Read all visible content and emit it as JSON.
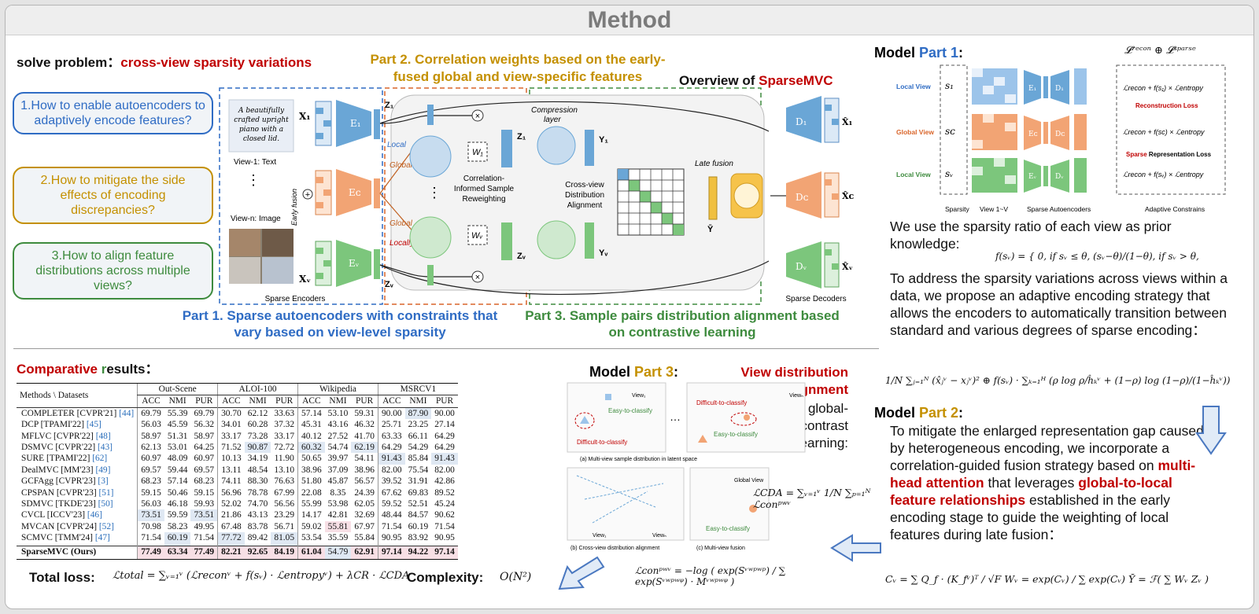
{
  "title": "Method",
  "problem": {
    "prefix": "solve problem：",
    "highlight": "cross-view sparsity variations"
  },
  "questions": [
    "1.How to enable autoencoders to adaptively encode features?",
    "2.How to mitigate the side effects of encoding discrepancies?",
    "3.How to align feature distributions across multiple views?"
  ],
  "part2_title": "Part 2. Correlation weights based on the early-fused global and view-specific features",
  "overview": {
    "prefix": "Overview of ",
    "name": "SparseMVC"
  },
  "part1_caption": "Part 1. Sparse autoencoders with constraints that vary based on view-level sparsity",
  "part3_caption": "Part 3. Sample pairs distribution alignment based on contrastive learning",
  "diagram": {
    "text_sample": "A beautifully crafted upright piano with a closed lid.",
    "view1": "View-1: Text",
    "viewn": "View-n: Image",
    "early_fusion": "Early fusion",
    "sparse_encoders": "Sparse Encoders",
    "sparse_decoders": "Sparse Decoders",
    "compression_layer": "Compression layer",
    "late_fusion": "Late fusion",
    "local": "Local",
    "global": "Global",
    "locally": "Locally",
    "corr_reweight": "Correlation-Informed Sample Reweighting",
    "cross_view": "Cross-view Distribution Alignment",
    "X1": "X₁",
    "XV": "Xᵥ",
    "Z1": "Z₁",
    "Zc": "Z̄",
    "ZV": "Zᵥ",
    "Y1": "Y₁",
    "YV": "Yᵥ",
    "Ybar": "Ȳ",
    "W1": "W₁",
    "WV": "Wᵥ",
    "E1": "E₁",
    "Ec": "Eᴄ",
    "EV": "Eᵥ",
    "D1": "D₁",
    "Dc": "Dᴄ",
    "DV": "Dᵥ",
    "Xh1": "X̂₁",
    "Xhc": "X̂ᴄ",
    "XhV": "X̂ᵥ"
  },
  "model_part1": {
    "prefix": "Model ",
    "part": "Part 1",
    "suffix": ":",
    "loss_header": "𝓛ʳᵉᶜᵒⁿ  ⊕  𝓛ˢᵖᵃʳˢᵉ",
    "rows": [
      {
        "label": "Local View",
        "s": "s₁",
        "e": "E₁",
        "d": "D₁",
        "f": "ℒrecon + f(s₁) × ℒentropy"
      },
      {
        "label": "Global View",
        "s": "sᴄ",
        "e": "Eᴄ",
        "d": "Dᴄ",
        "f": "ℒrecon + f(sᴄ) × ℒentropy"
      },
      {
        "label": "Local View",
        "s": "sᵥ",
        "e": "Eᵥ",
        "d": "Dᵥ",
        "f": "ℒrecon + f(sᵥ) × ℒentropy"
      }
    ],
    "recon_loss": "Reconstruction Loss",
    "sparse_loss": "Sparse Representation Loss",
    "footer": [
      "Sparsity",
      "View 1~V",
      "Sparse Autoencoders",
      "Adaptive Constrains"
    ],
    "text1": "We use the sparsity ratio of each view as prior knowledge:",
    "piecewise": "f(sᵥ) = { 0,  if sᵥ ≤ θ,   (sᵥ−θ)/(1−θ),  if sᵥ > θ,",
    "text2": "To address the sparsity variations across views within a data, we propose an adaptive encoding strategy that allows the encoders to automatically transition between standard and various degrees of sparse encoding：",
    "eq": "1/N ∑ⱼ₌₁ᴺ (x̂ⱼᵛ − xⱼᵛ)² ⊕ f(sᵥ) · ∑ₖ₌₁ᴴ (ρ log ρ/ĥₖᵛ + (1−ρ) log (1−ρ)/(1−ĥₖᵛ))"
  },
  "model_part2": {
    "prefix": "Model ",
    "part": "Part 2",
    "suffix": ":",
    "t1": "To mitigate the enlarged representation gap caused by heterogeneous encoding, we incorporate a correlation-guided fusion strategy based on ",
    "h1": "multi-head attention",
    "t2": " that leverages ",
    "h2": "global-to-local feature relationships",
    "t3": " established in the early encoding stage to guide the weighting of local features during late fusion：",
    "eq": "Cᵥ = ∑ Q_f · (K_fᵛ)ᵀ / √F    Wᵥ = exp(Cᵥ) / ∑ exp(Cᵥ)    Ȳ = ℱ( ∑ Wᵥ Zᵥ )"
  },
  "model_part3": {
    "prefix": "Model ",
    "part": "Part 3",
    "suffix": ":",
    "red": "View distribution alignment",
    "black": "based on global-local contrast learning:",
    "cda": "ℒCDA = ∑ᵥ₌₁ᵛ 1/N ∑ₚ₌₁ᴺ ℒconᵖʷᵛ",
    "con": "ℒconᵖʷᵛ = −log ( exp(Sᵛʷᵖʷᵖ) / ∑ exp(Sᵛʷᵖʷᵠ) · Mᵛʷᵖʷᵠ )",
    "caption_a": "(a) Multi-view sample distribution in latent space",
    "caption_b": "(b) Cross-view distribution alignment",
    "caption_c": "(c) Multi-view fusion",
    "easy": "Easy-to-classify",
    "difficult": "Difficult-to-classify",
    "view1": "View₁",
    "viewn": "Viewₙ",
    "global_view": "Global View"
  },
  "comparative": {
    "title_red": "Comparative ",
    "title_green": "r",
    "title_rest": "esults："
  },
  "table": {
    "corner": "Methods \\ Datasets",
    "datasets": [
      "Out-Scene",
      "ALOI-100",
      "Wikipedia",
      "MSRCV1"
    ],
    "metrics": [
      "ACC",
      "NMI",
      "PUR"
    ],
    "rows": [
      {
        "m": "COMPLETER [CVPR'21] ",
        "r": "[44]",
        "v": [
          "69.79",
          "55.39",
          "69.79",
          "30.70",
          "62.12",
          "33.63",
          "57.14",
          "53.10",
          "59.31",
          "90.00",
          "87.90",
          "90.00"
        ],
        "hb": [
          10
        ]
      },
      {
        "m": "DCP [TPAMI'22] ",
        "r": "[45]",
        "v": [
          "56.03",
          "45.59",
          "56.32",
          "34.01",
          "60.28",
          "37.32",
          "45.31",
          "43.16",
          "46.32",
          "25.71",
          "23.25",
          "27.14"
        ],
        "hb": []
      },
      {
        "m": "MFLVC [CVPR'22] ",
        "r": "[48]",
        "v": [
          "58.97",
          "51.31",
          "58.97",
          "33.17",
          "73.28",
          "33.17",
          "40.12",
          "27.52",
          "41.70",
          "63.33",
          "66.11",
          "64.29"
        ],
        "hb": []
      },
      {
        "m": "DSMVC [CVPR'22] ",
        "r": "[43]",
        "v": [
          "62.13",
          "53.01",
          "64.25",
          "71.52",
          "90.87",
          "72.72",
          "60.32",
          "54.74",
          "62.19",
          "64.29",
          "54.29",
          "64.29"
        ],
        "hb": [
          4,
          6,
          8
        ]
      },
      {
        "m": "SURE [TPAMI'22] ",
        "r": "[62]",
        "v": [
          "60.97",
          "48.09",
          "60.97",
          "10.13",
          "34.19",
          "11.90",
          "50.65",
          "39.97",
          "54.11",
          "91.43",
          "85.84",
          "91.43"
        ],
        "hb": [
          9,
          11
        ]
      },
      {
        "m": "DealMVC [MM'23] ",
        "r": "[49]",
        "v": [
          "69.57",
          "59.44",
          "69.57",
          "13.11",
          "48.54",
          "13.10",
          "38.96",
          "37.09",
          "38.96",
          "82.00",
          "75.54",
          "82.00"
        ],
        "hb": []
      },
      {
        "m": "GCFAgg [CVPR'23] ",
        "r": "[3]",
        "v": [
          "68.23",
          "57.14",
          "68.23",
          "74.11",
          "88.30",
          "76.63",
          "51.80",
          "45.87",
          "56.57",
          "39.52",
          "31.91",
          "42.86"
        ],
        "hb": []
      },
      {
        "m": "CPSPAN [CVPR'23] ",
        "r": "[51]",
        "v": [
          "59.15",
          "50.46",
          "59.15",
          "56.96",
          "78.78",
          "67.99",
          "22.08",
          "8.35",
          "24.39",
          "67.62",
          "69.83",
          "89.52"
        ],
        "hb": []
      },
      {
        "m": "SDMVC [TKDE'23] ",
        "r": "[50]",
        "v": [
          "56.03",
          "46.18",
          "59.93",
          "52.02",
          "74.70",
          "56.56",
          "55.99",
          "53.98",
          "62.05",
          "59.52",
          "52.51",
          "45.24"
        ],
        "hb": []
      },
      {
        "m": "CVCL [ICCV'23] ",
        "r": "[46]",
        "v": [
          "73.51",
          "59.59",
          "73.51",
          "21.86",
          "43.13",
          "23.29",
          "14.17",
          "42.81",
          "32.69",
          "48.44",
          "84.57",
          "90.62"
        ],
        "hb": [
          0,
          2
        ]
      },
      {
        "m": "MVCAN [CVPR'24] ",
        "r": "[52]",
        "v": [
          "70.98",
          "58.23",
          "49.95",
          "67.48",
          "83.78",
          "56.71",
          "59.02",
          "55.81",
          "67.97",
          "71.54",
          "60.19",
          "71.54"
        ],
        "hp": [
          7
        ],
        "hb": []
      },
      {
        "m": "SCMVC [TMM'24] ",
        "r": "[47]",
        "v": [
          "71.54",
          "60.19",
          "71.54",
          "77.72",
          "89.42",
          "81.05",
          "53.54",
          "35.59",
          "55.84",
          "90.95",
          "83.92",
          "90.95"
        ],
        "hb": [
          1,
          3,
          5
        ]
      }
    ],
    "ours": {
      "m": "SparseMVC (Ours)",
      "v": [
        "77.49",
        "63.34",
        "77.49",
        "82.21",
        "92.65",
        "84.19",
        "61.04",
        "54.79",
        "62.91",
        "97.14",
        "94.22",
        "97.14"
      ]
    }
  },
  "total_loss": {
    "label": "Total loss:",
    "eq": "ℒtotal = ∑ᵥ₌₁ᵛ (ℒreconᵛ + f(sᵥ) · ℒentropyᵛ) + λCR · ℒCDA"
  },
  "complexity": {
    "label": "Complexity:",
    "eq": "O(N²)"
  },
  "colors": {
    "red": "#c00000",
    "blue": "#2f6cc4",
    "gold": "#c49000",
    "green": "#3e8b3e",
    "encBlue": "#6aa6d6",
    "encOrange": "#f2a474",
    "encGreen": "#7cc67c"
  }
}
